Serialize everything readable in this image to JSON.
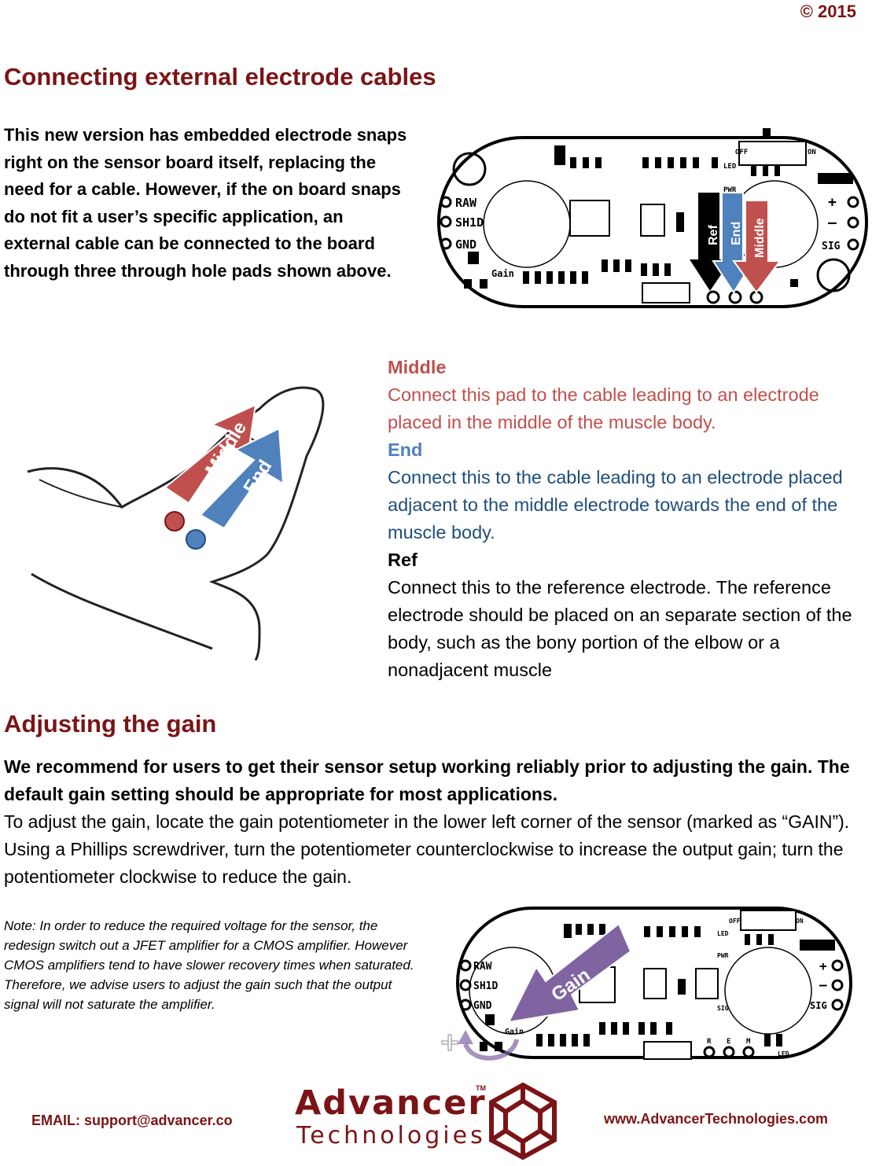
{
  "header": {
    "copyright": "© 2015"
  },
  "section1": {
    "title": "Connecting external electrode cables",
    "intro": "This new version has embedded electrode snaps right on the sensor board itself, replacing the need for a cable. However, if the on board snaps do not fit a user’s specific application, an external cable can be connected to the board through three through hole pads shown above."
  },
  "board": {
    "pins": [
      "RAW",
      "SH1D",
      "GND"
    ],
    "plus": "+",
    "minus": "–",
    "sig": "SIG",
    "gain_label": "Gain",
    "off": "OFF",
    "on": "ON",
    "led": "LED",
    "pwr": "PWR",
    "pad_letters": [
      "R",
      "E",
      "M"
    ],
    "arrow_labels": [
      "Ref",
      "End",
      "Middle"
    ],
    "gain_arrow": "Gain"
  },
  "arm": {
    "labels": [
      "Middle",
      "End"
    ]
  },
  "electrodes": {
    "middle_term": "Middle",
    "middle_desc": "Connect this pad to the cable leading to an electrode placed in the middle of the muscle body.",
    "end_term": "End",
    "end_desc": "Connect this to the cable leading to an electrode placed adjacent to the middle electrode towards the end of the muscle body.",
    "ref_term": "Ref",
    "ref_desc": "Connect this to the reference electrode. The reference electrode should be placed on an separate section of the body, such as the bony portion of the elbow or a nonadjacent muscle"
  },
  "section2": {
    "title": "Adjusting the gain",
    "bold_text": "We recommend for users to get their sensor setup working reliably prior to adjusting the gain. The default gain setting should be appropriate for most applications.",
    "body_text": "To adjust the gain, locate the gain potentiometer in the lower left corner of the sensor (marked as “GAIN”). Using a Phillips screwdriver, turn the potentiometer counterclockwise to increase the output gain; turn the potentiometer clockwise to reduce the gain.",
    "note": "Note: In order to reduce the required voltage for the sensor, the redesign switch out a JFET amplifier for a CMOS amplifier. However CMOS amplifiers tend to have slower recovery times when saturated. Therefore, we advise users to adjust the gain such that the output signal will not saturate the amplifier."
  },
  "footer": {
    "email": "EMAIL: support@advancer.co",
    "website": "www.AdvancerTechnologies.com",
    "logo_word1": "Advancer",
    "logo_word2": "Technologies",
    "tm": "TM"
  },
  "colors": {
    "brand": "#7b1416",
    "middle": "#c0504d",
    "end": "#4f81bd",
    "end_text": "#1f4e79",
    "gain_arrow": "#8064a2"
  }
}
